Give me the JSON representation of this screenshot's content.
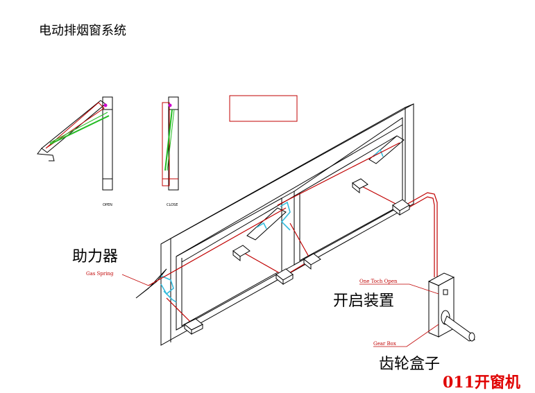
{
  "title": "电动排烟窗系统",
  "labels": {
    "gas_spring_cn": "助力器",
    "gas_spring_en": "Gas Spring",
    "opener_cn": "开启装置",
    "opener_en": "One Toch Open",
    "gearbox_cn": "齿轮盒子",
    "gearbox_en": "Gear Box",
    "detail_open": "OPEN",
    "detail_close": "CLOSE"
  },
  "watermark": "011开窗机",
  "colors": {
    "line": "#000000",
    "red": "#c00000",
    "green": "#22bb22",
    "cyan": "#33bbdd",
    "magenta": "#cc00cc",
    "brand": "#e00000"
  }
}
